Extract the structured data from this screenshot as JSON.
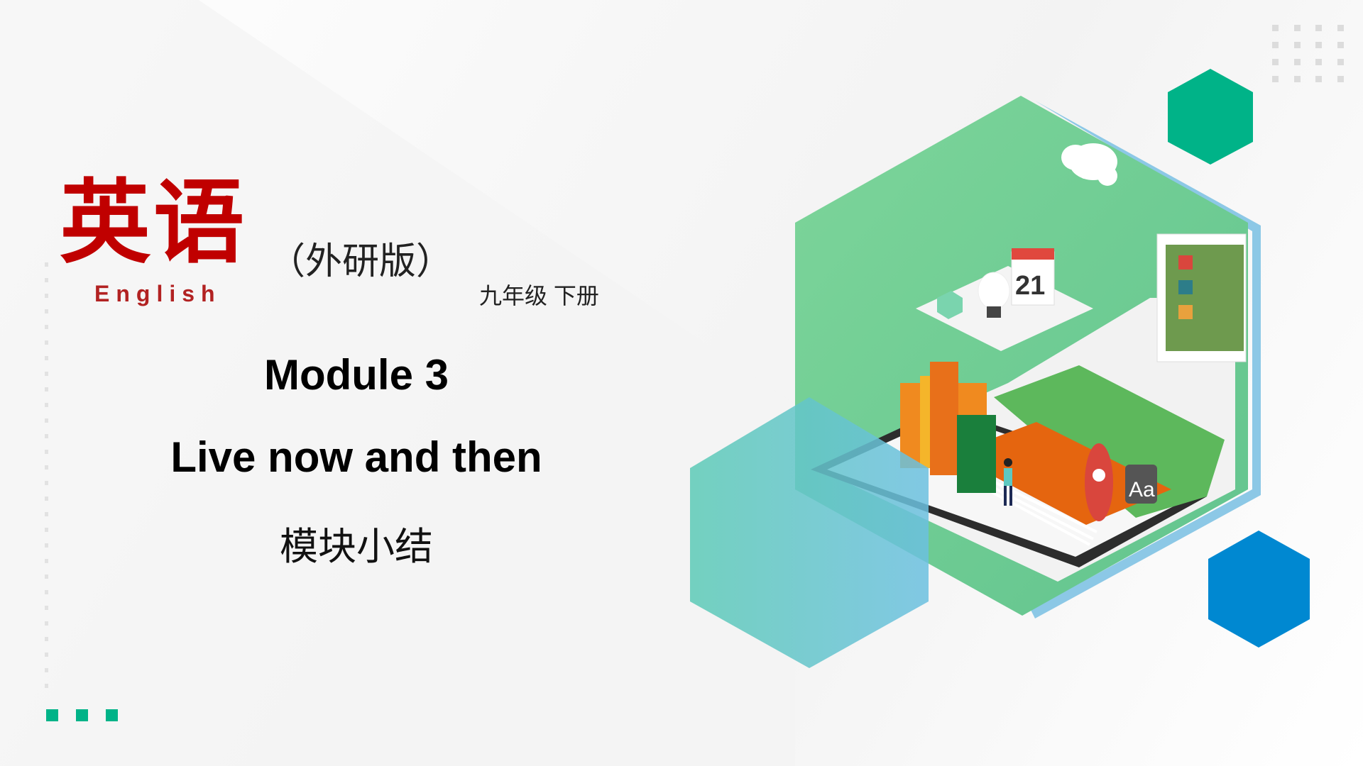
{
  "slide": {
    "title_cn": "英语",
    "title_en": "English",
    "edition": "（外研版）",
    "grade": "九年级 下册",
    "module": "Module  3",
    "unit_title": "Live now and then",
    "section": "模块小结",
    "calendar_day": "21",
    "letter_icon": "Aa"
  },
  "colors": {
    "title_red": "#c00000",
    "accent_green": "#00b388",
    "accent_blue": "#0088d1",
    "hex_green": "#74cc96",
    "hex_teal": "#5cc7c0"
  }
}
